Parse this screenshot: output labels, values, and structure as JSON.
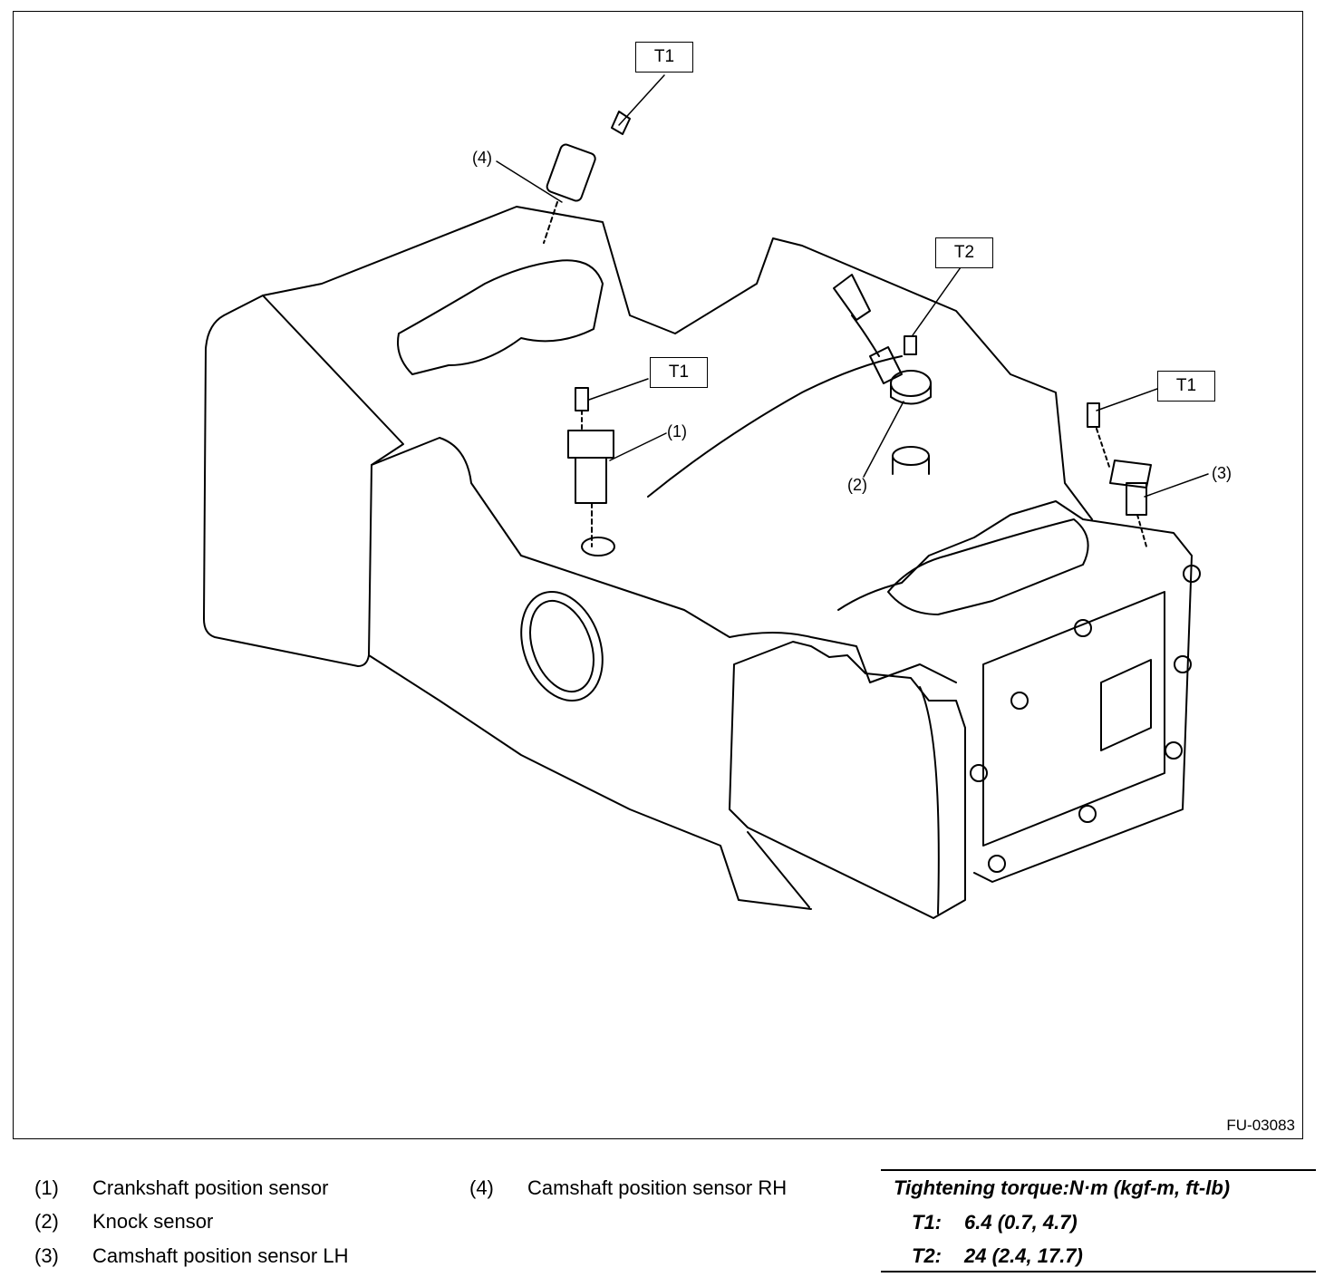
{
  "figure": {
    "id": "FU-03083",
    "callouts": [
      {
        "label": "T1"
      },
      {
        "label": "T1"
      },
      {
        "label": "T2"
      },
      {
        "label": "T1"
      }
    ],
    "part_numbers": [
      "(4)",
      "(1)",
      "(2)",
      "(3)"
    ]
  },
  "legend": {
    "items": [
      {
        "num": "(1)",
        "text": "Crankshaft position sensor"
      },
      {
        "num": "(2)",
        "text": "Knock sensor"
      },
      {
        "num": "(3)",
        "text": "Camshaft position sensor LH"
      },
      {
        "num": "(4)",
        "text": "Camshaft position sensor RH"
      }
    ]
  },
  "torque": {
    "title": "Tightening torque:N·m (kgf-m, ft-lb)",
    "rows": [
      {
        "key": "T1:",
        "value": "6.4 (0.7, 4.7)"
      },
      {
        "key": "T2:",
        "value": "24 (2.4, 17.7)"
      }
    ]
  }
}
